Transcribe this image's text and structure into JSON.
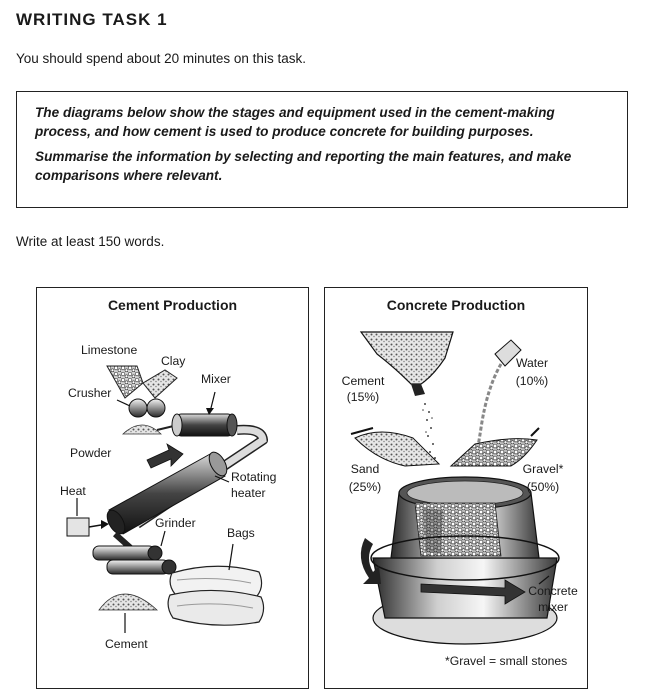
{
  "heading": "WRITING TASK 1",
  "time_instruction": "You should spend about 20 minutes on this task.",
  "task_box": {
    "line1": "The diagrams below show the stages and equipment used in the cement-making process, and how cement is used to produce concrete for building purposes.",
    "line2": "Summarise the information by selecting and reporting the main features, and make comparisons where relevant."
  },
  "word_count_instruction": "Write at least 150 words.",
  "cement_panel": {
    "title": "Cement Production",
    "labels": {
      "limestone": "Limestone",
      "clay": "Clay",
      "crusher": "Crusher",
      "mixer": "Mixer",
      "powder": "Powder",
      "rotating": "Rotating",
      "heater": "heater",
      "heat": "Heat",
      "grinder": "Grinder",
      "bags": "Bags",
      "cement": "Cement"
    }
  },
  "concrete_panel": {
    "title": "Concrete Production",
    "labels": {
      "cement": "Cement",
      "cement_pct": "(15%)",
      "water": "Water",
      "water_pct": "(10%)",
      "sand": "Sand",
      "sand_pct": "(25%)",
      "gravel": "Gravel*",
      "gravel_pct": "(50%)",
      "concrete": "Concrete",
      "mixer": "mixer"
    },
    "footnote": "*Gravel = small stones"
  }
}
